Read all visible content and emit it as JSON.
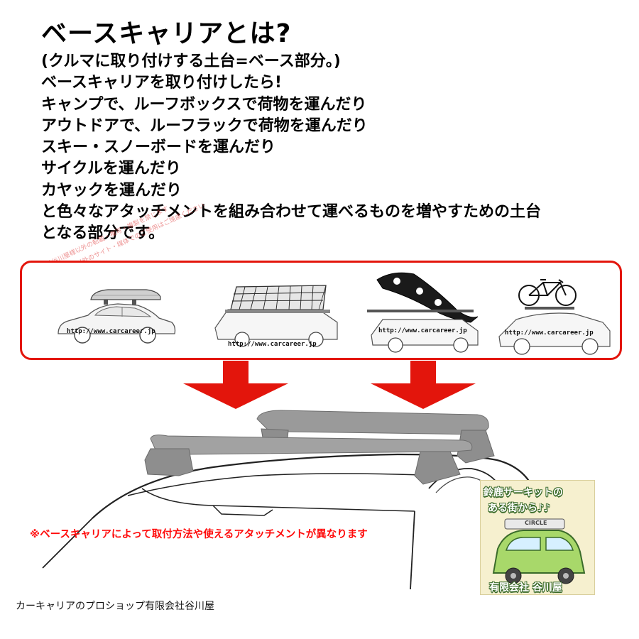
{
  "heading": {
    "title": "ベースキャリアとは?",
    "lines": [
      "(クルマに取り付けする土台=ベース部分。)",
      "ベースキャリアを取り付けしたら!",
      "キャンプで、ルーフボックスで荷物を運んだり",
      "アウトドアで、ルーフラックで荷物を運んだり",
      "スキー・スノーボードを運んだり",
      "サイクルを運んだり",
      "カヤックを運んだり",
      "と色々なアタッチメントを組み合わせて運べるものを増やすための土台",
      "となる部分です。"
    ]
  },
  "watermark": {
    "line1": "有限会社谷川屋様以外の転載・複写・複製を禁じます",
    "line2": "有限会社谷川屋様以外のサイト・媒体でのご使用はご遠慮ください"
  },
  "examples": [
    {
      "name": "roof-box",
      "url": "http://www.carcareer.jp"
    },
    {
      "name": "roof-rack",
      "url": "http://www.carcareer.jp"
    },
    {
      "name": "kayak",
      "url": "http://www.carcareer.jp"
    },
    {
      "name": "bicycle",
      "url": "http://www.carcareer.jp"
    }
  ],
  "note": "※ベースキャリアによって取付方法や使えるアタッチメントが異なります",
  "footer": "カーキャリアのプロショップ有限会社谷川屋",
  "badge": {
    "line1": "鈴鹿サーキットの",
    "line2": "ある街から♪♪",
    "line3": "有限会社 谷川屋",
    "sign": "CIRCLE"
  },
  "colors": {
    "accent_red": "#e3150c",
    "note_red": "#ff0a0a",
    "badge_green": "#3a6b2a"
  }
}
